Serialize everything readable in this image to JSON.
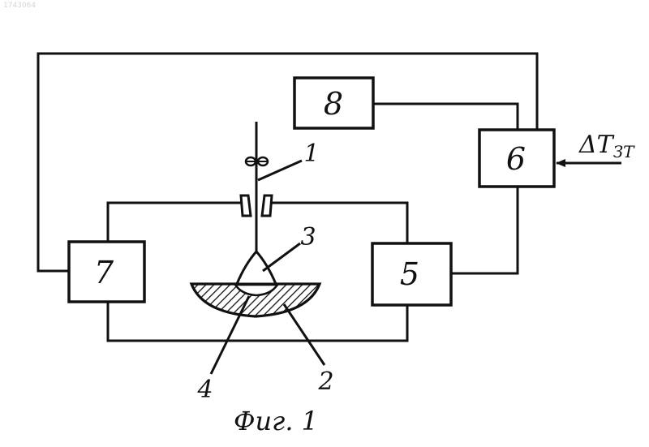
{
  "watermark": "1743064",
  "blocks": {
    "b8": "8",
    "b6": "6",
    "b7": "7",
    "b5": "5"
  },
  "parts": {
    "p1": "1",
    "p2": "2",
    "p3": "3",
    "p4": "4"
  },
  "input_label": "ΔT",
  "input_subscript": "ЗТ",
  "caption": "Фиг. 1"
}
